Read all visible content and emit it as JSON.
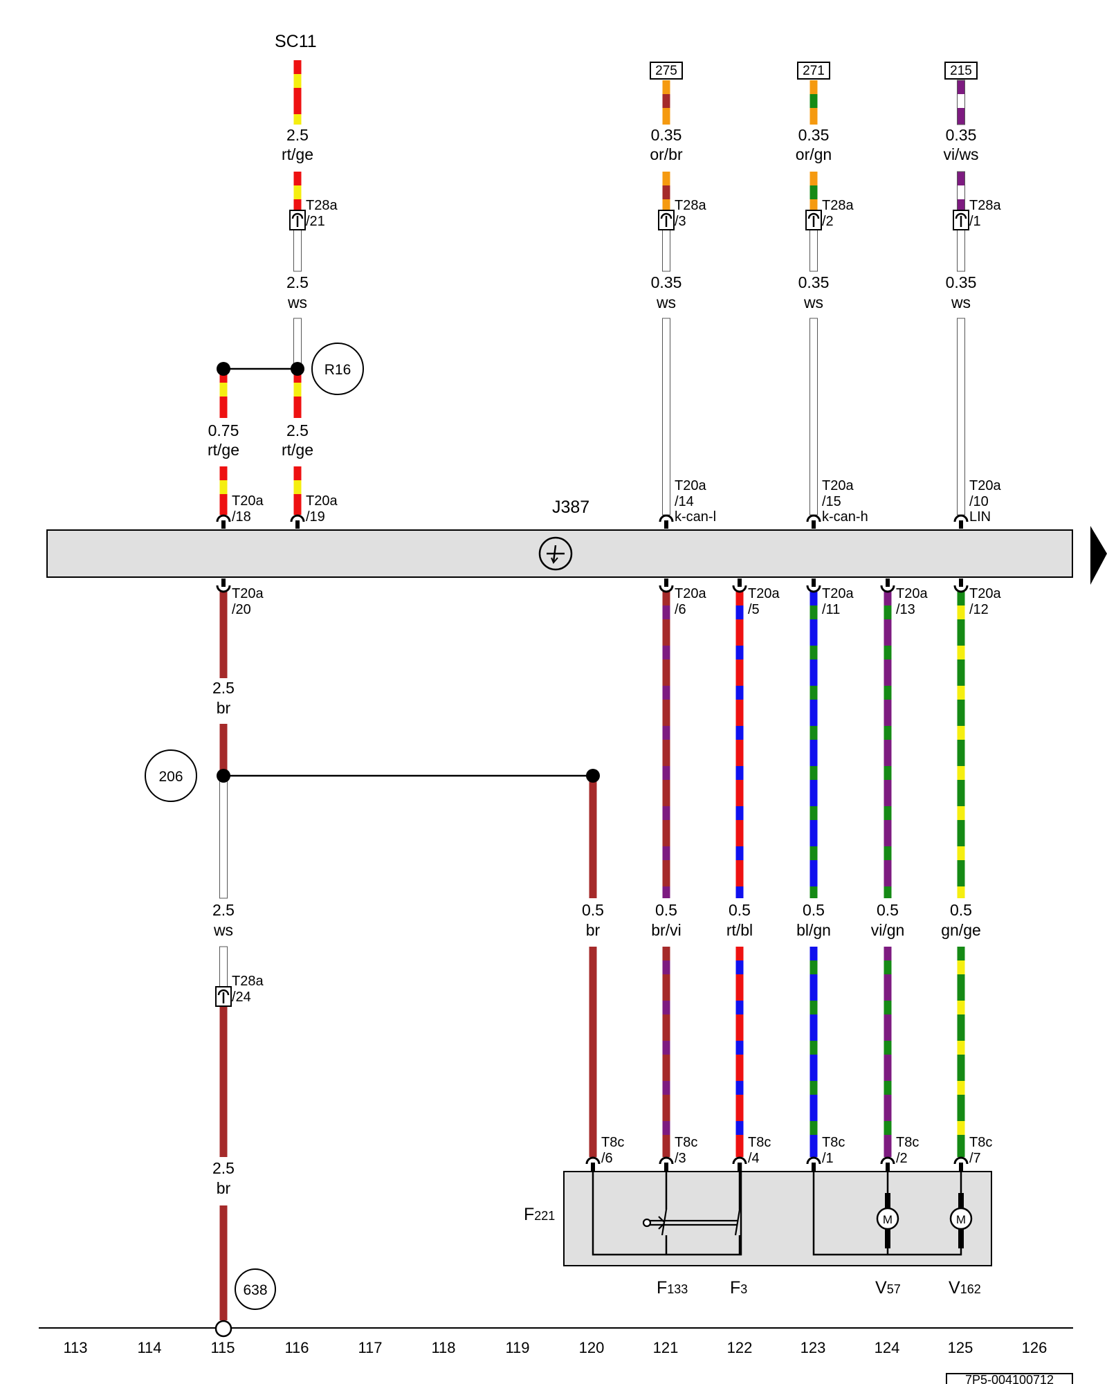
{
  "source_label": "SC11",
  "module_label": "J387",
  "refs": [
    "R16",
    "206",
    "638"
  ],
  "top_boxes": [
    "275",
    "271",
    "215"
  ],
  "wires": {
    "sc_upper": {
      "gauge": "2.5",
      "color": "rt/ge"
    },
    "sc_lower": {
      "gauge": "2.5",
      "color": "ws"
    },
    "c121_upper": {
      "gauge": "0.35",
      "color": "or/br"
    },
    "c121_lower": {
      "gauge": "0.35",
      "color": "ws"
    },
    "c123_upper": {
      "gauge": "0.35",
      "color": "or/gn"
    },
    "c123_lower": {
      "gauge": "0.35",
      "color": "ws"
    },
    "c125_upper": {
      "gauge": "0.35",
      "color": "vi/ws"
    },
    "c125_lower": {
      "gauge": "0.35",
      "color": "ws"
    },
    "left_upper": {
      "gauge": "0.75",
      "color": "rt/ge"
    },
    "r16_lower": {
      "gauge": "2.5",
      "color": "rt/ge"
    },
    "ground_upper": {
      "gauge": "2.5",
      "color": "br"
    },
    "ground_mid": {
      "gauge": "2.5",
      "color": "ws"
    },
    "ground_lower": {
      "gauge": "2.5",
      "color": "br"
    },
    "b120": {
      "gauge": "0.5",
      "color": "br"
    },
    "b121": {
      "gauge": "0.5",
      "color": "br/vi"
    },
    "b122": {
      "gauge": "0.5",
      "color": "rt/bl"
    },
    "b123": {
      "gauge": "0.5",
      "color": "bl/gn"
    },
    "b124": {
      "gauge": "0.5",
      "color": "vi/gn"
    },
    "b125": {
      "gauge": "0.5",
      "color": "gn/ge"
    }
  },
  "pins": {
    "t28a_21": [
      "T28a",
      "/21"
    ],
    "t28a_3": [
      "T28a",
      "/3"
    ],
    "t28a_2": [
      "T28a",
      "/2"
    ],
    "t28a_1": [
      "T28a",
      "/1"
    ],
    "t28a_24": [
      "T28a",
      "/24"
    ],
    "t20a_18": [
      "T20a",
      "/18"
    ],
    "t20a_19": [
      "T20a",
      "/19"
    ],
    "t20a_14": [
      "T20a",
      "/14",
      "k-can-l"
    ],
    "t20a_15": [
      "T20a",
      "/15",
      "k-can-h"
    ],
    "t20a_10": [
      "T20a",
      "/10",
      "LIN"
    ],
    "t20a_20": [
      "T20a",
      "/20"
    ],
    "t20a_6": [
      "T20a",
      "/6"
    ],
    "t20a_5": [
      "T20a",
      "/5"
    ],
    "t20a_11": [
      "T20a",
      "/11"
    ],
    "t20a_13": [
      "T20a",
      "/13"
    ],
    "t20a_12": [
      "T20a",
      "/12"
    ],
    "t8c_6": [
      "T8c",
      "/6"
    ],
    "t8c_3": [
      "T8c",
      "/3"
    ],
    "t8c_4": [
      "T8c",
      "/4"
    ],
    "t8c_1": [
      "T8c",
      "/1"
    ],
    "t8c_2": [
      "T8c",
      "/2"
    ],
    "t8c_7": [
      "T8c",
      "/7"
    ]
  },
  "components": {
    "f221": [
      "F",
      "221"
    ],
    "f133": [
      "F",
      "133"
    ],
    "f3": [
      "F",
      "3"
    ],
    "v57": [
      "V",
      "57"
    ],
    "v162": [
      "V",
      "162"
    ]
  },
  "motor_symbol": "M",
  "column_numbers": [
    "113",
    "114",
    "115",
    "116",
    "117",
    "118",
    "119",
    "120",
    "121",
    "122",
    "123",
    "124",
    "125",
    "126"
  ],
  "watermark": "7P5-004100712",
  "wire_colors": {
    "rt": "#ee1111",
    "ge": "#f5ee10",
    "ws": "#ffffff",
    "br": "#a52a2a",
    "or": "#f59a10",
    "gn": "#158a15",
    "vi": "#7d1b80",
    "bl": "#1010ee",
    "module_fill": "#e0e0e0"
  }
}
